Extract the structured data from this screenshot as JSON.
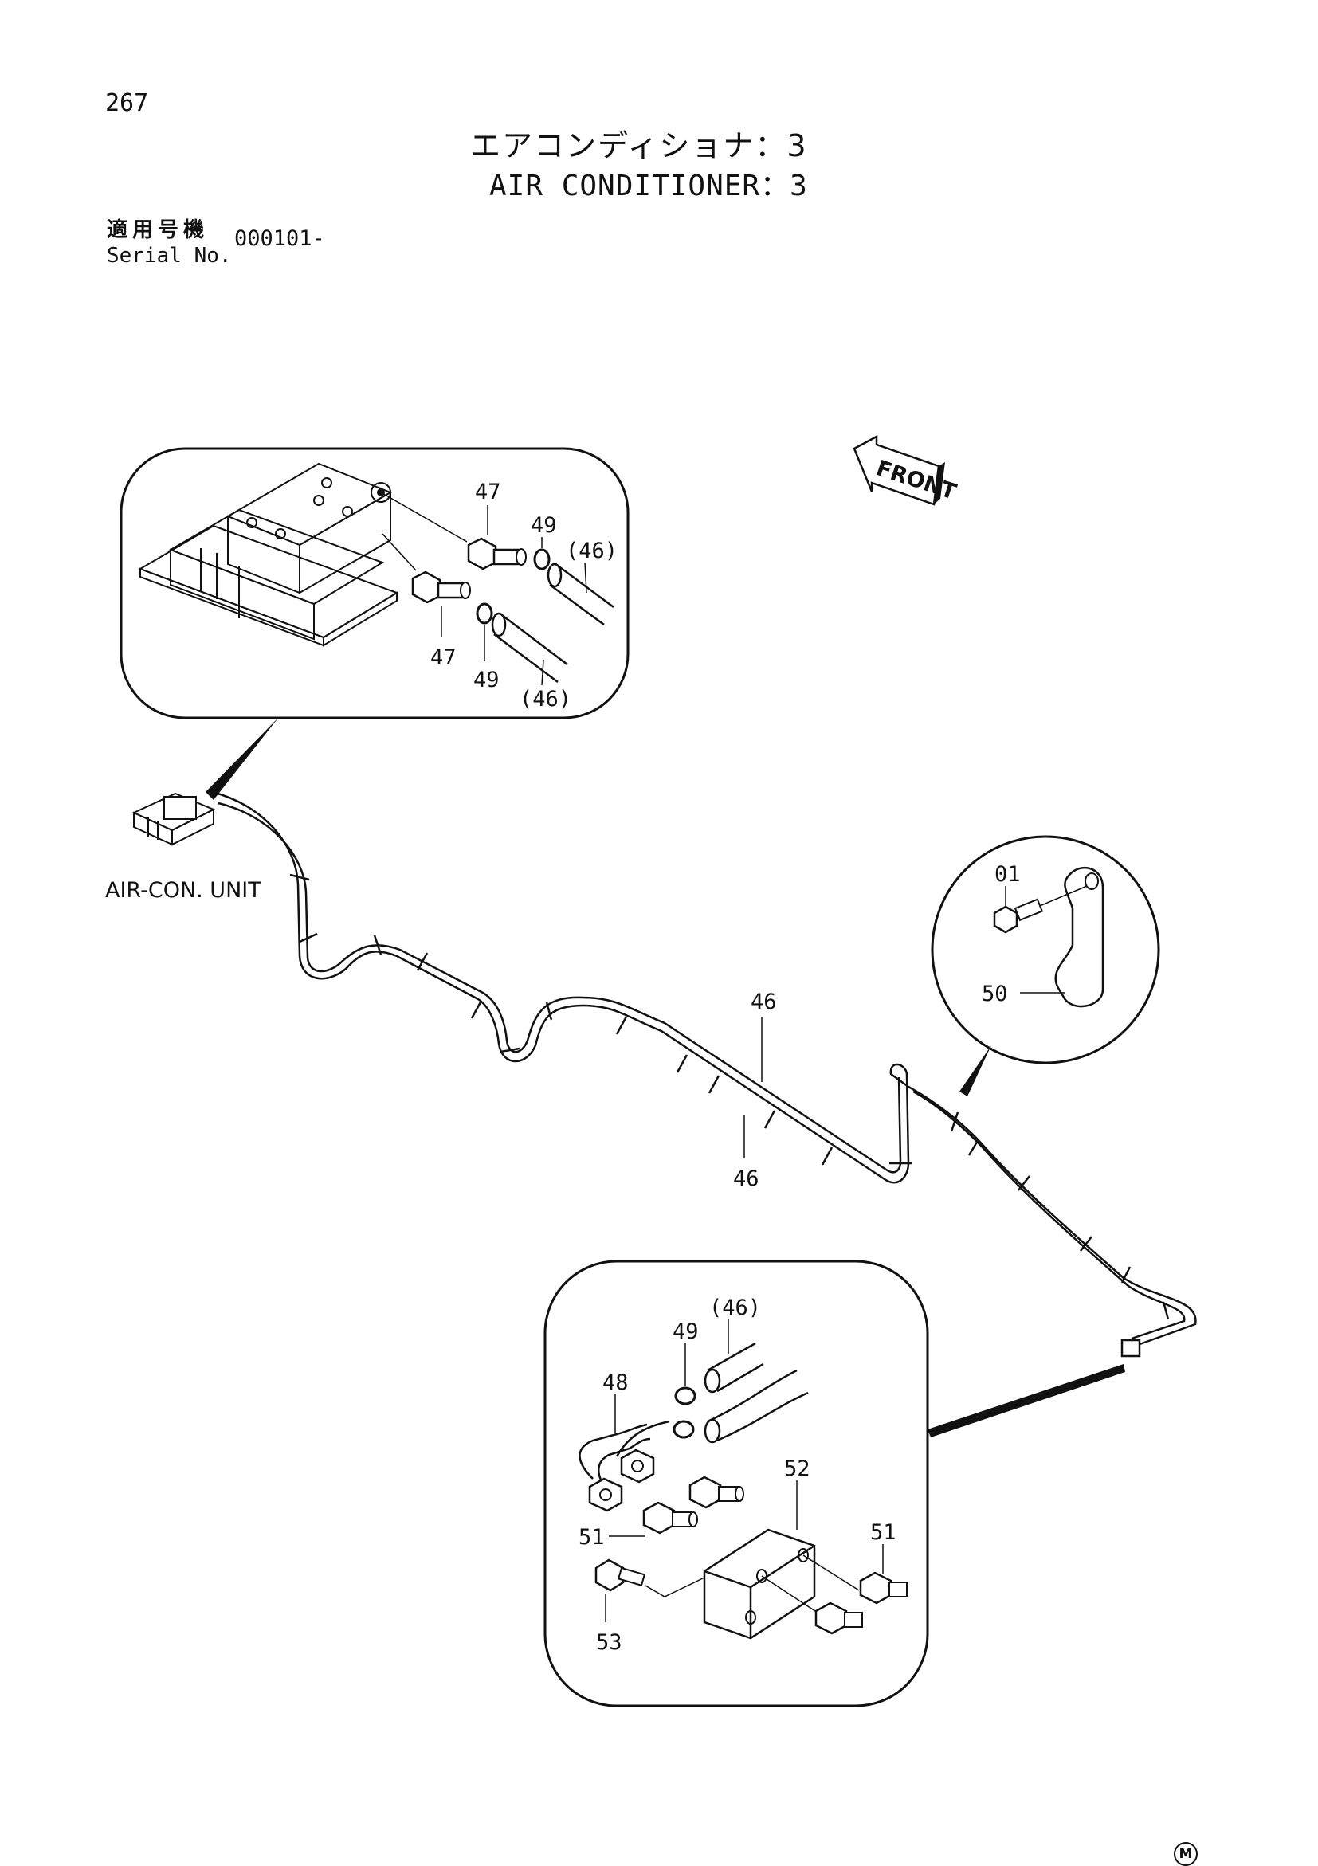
{
  "header": {
    "page_number": "267",
    "title_jp": "エアコンディショナ：3",
    "title_en": "AIR CONDITIONER：3",
    "serial_label_jp": "適用号機",
    "serial_label_en": "Serial No.",
    "serial_value": "000101-"
  },
  "diagram": {
    "front_label": "FRONT",
    "unit_label": "AIR-CON. UNIT",
    "detail_top": {
      "labels": [
        "47",
        "49",
        "(46)",
        "47",
        "49",
        "(46)"
      ]
    },
    "detail_circle": {
      "labels": [
        "01",
        "50"
      ]
    },
    "hose_labels": [
      "46",
      "46"
    ],
    "detail_bottom": {
      "labels": [
        "(46)",
        "49",
        "48",
        "52",
        "51",
        "51",
        "53"
      ]
    }
  },
  "footer": {
    "mark": "M"
  }
}
